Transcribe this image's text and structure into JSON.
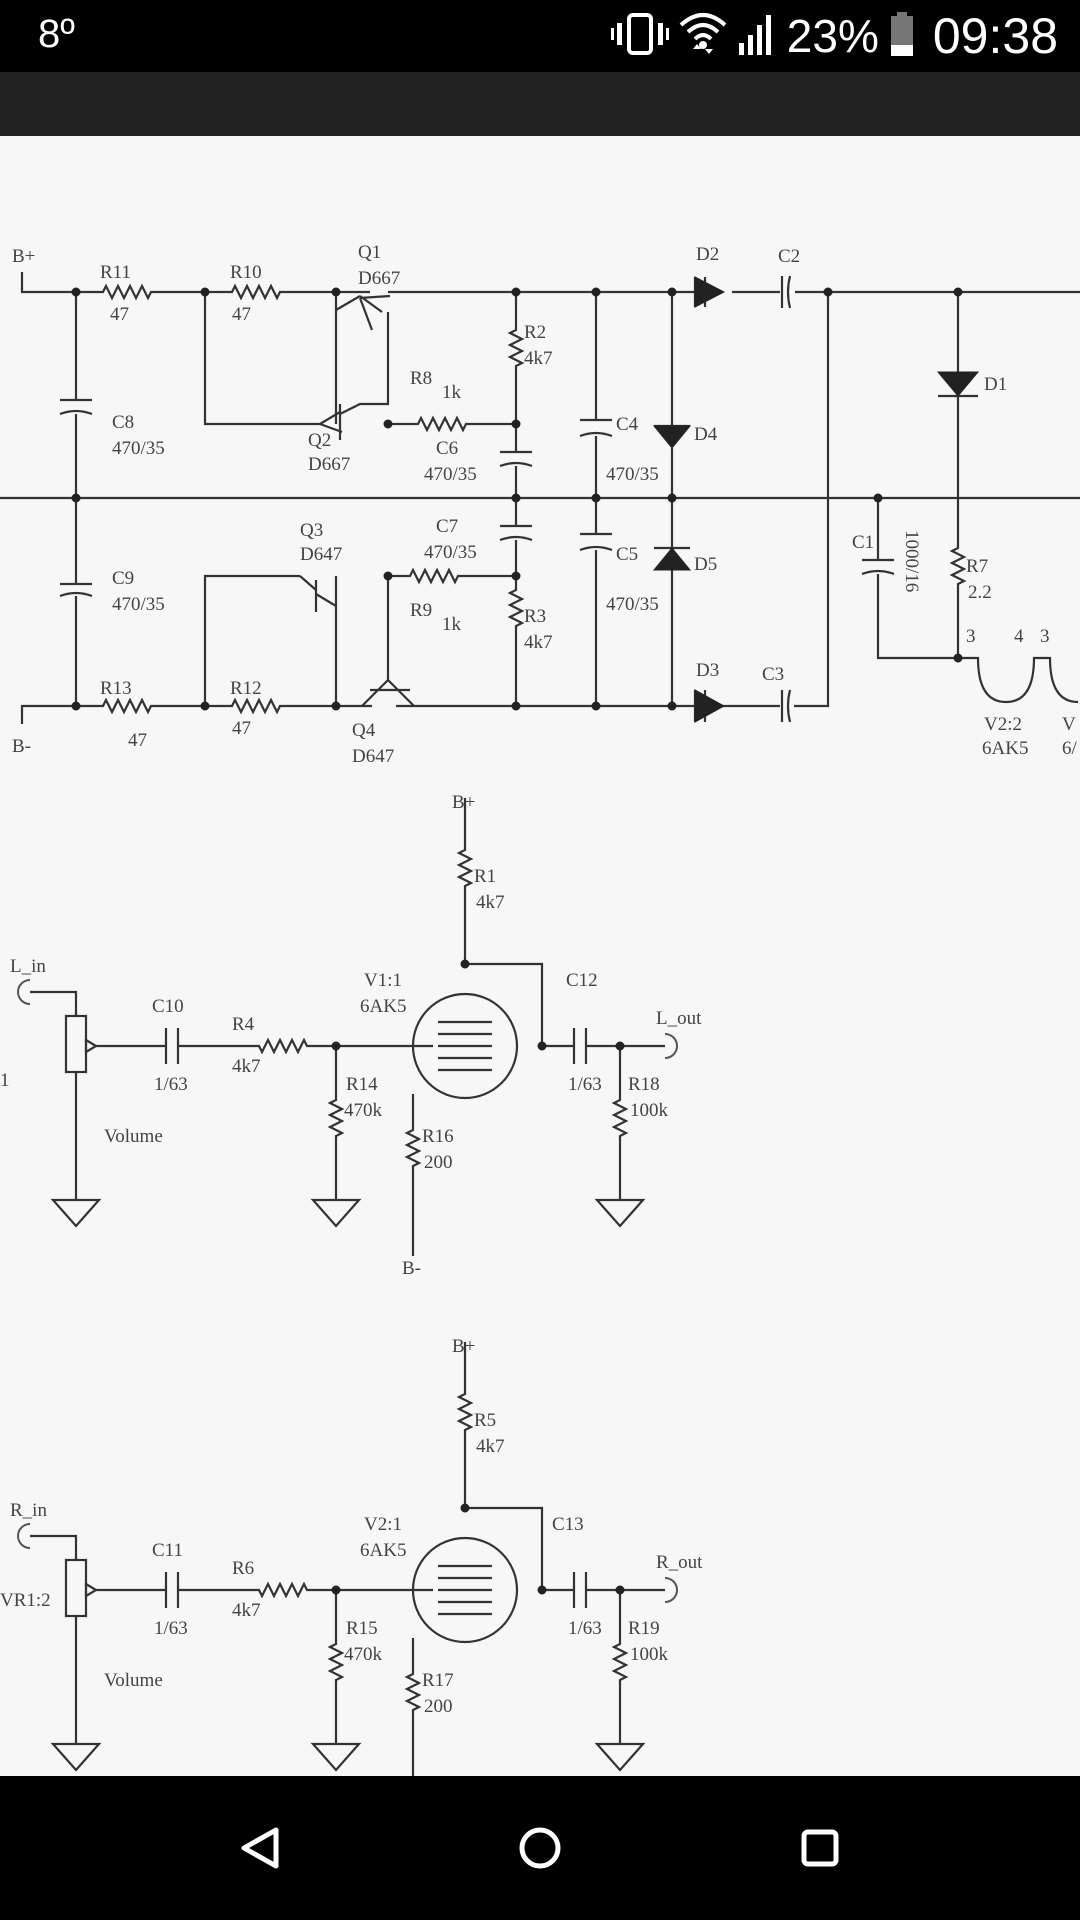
{
  "status_bar": {
    "temperature": "8º",
    "battery_percent": "23%",
    "time": "09:38",
    "icons": [
      "vibrate-icon",
      "wifi-icon",
      "cell-signal-icon",
      "battery-icon"
    ]
  },
  "navigation_bar": {
    "buttons": [
      "back",
      "home",
      "recents"
    ]
  },
  "schematic": {
    "supply": {
      "bplus": "B+",
      "bminus": "B-",
      "R11": "R11",
      "R11_val": "47",
      "R10": "R10",
      "R10_val": "47",
      "R13": "R13",
      "R13_val": "47",
      "R12": "R12",
      "R12_val": "47",
      "Q1": "Q1",
      "Q1_val": "D667",
      "Q2": "Q2",
      "Q2_val": "D667",
      "Q3": "Q3",
      "Q3_val": "D647",
      "Q4": "Q4",
      "Q4_val": "D647",
      "R8": "R8",
      "R8_val": "1k",
      "R9": "R9",
      "R9_val": "1k",
      "R2": "R2",
      "R2_val": "4k7",
      "R3": "R3",
      "R3_val": "4k7",
      "C8": "C8",
      "C8_val": "470/35",
      "C9": "C9",
      "C9_val": "470/35",
      "C6": "C6",
      "C6_val": "470/35",
      "C7": "C7",
      "C7_val": "470/35",
      "C4": "C4",
      "C4_val": "470/35",
      "C5": "C5",
      "C5_val": "470/35",
      "D1": "D1",
      "D2": "D2",
      "D3": "D3",
      "D4": "D4",
      "D5": "D5",
      "C1": "C1",
      "C1_val": "1000/16",
      "C2": "C2",
      "C3": "C3",
      "R7": "R7",
      "R7_val": "2.2",
      "pin3a": "3",
      "pin4": "4",
      "pin3b": "3",
      "V22": "V2:2",
      "V22_val": "6AK5",
      "Vcut": "V",
      "Vcut_val": "6/"
    },
    "left_stage": {
      "bplus": "B+",
      "bminus": "B-",
      "input": "L_in",
      "output": "L_out",
      "pot_cut": "1",
      "volume": "Volume",
      "C10": "C10",
      "C10_val": "1/63",
      "R4": "R4",
      "R4_val": "4k7",
      "R14": "R14",
      "R14_val": "470k",
      "R16": "R16",
      "R16_val": "200",
      "R1": "R1",
      "R1_val": "4k7",
      "tube": "V1:1",
      "tube_val": "6AK5",
      "C12": "C12",
      "C12_val": "1/63",
      "R18": "R18",
      "R18_val": "100k"
    },
    "right_stage": {
      "bplus": "B+",
      "input": "R_in",
      "output": "R_out",
      "pot_cut": "VR1:2",
      "volume": "Volume",
      "C11": "C11",
      "C11_val": "1/63",
      "R6": "R6",
      "R6_val": "4k7",
      "R15": "R15",
      "R15_val": "470k",
      "R17": "R17",
      "R17_val": "200",
      "R5": "R5",
      "R5_val": "4k7",
      "tube": "V2:1",
      "tube_val": "6AK5",
      "C13": "C13",
      "C13_val": "1/63",
      "R19": "R19",
      "R19_val": "100k"
    }
  }
}
